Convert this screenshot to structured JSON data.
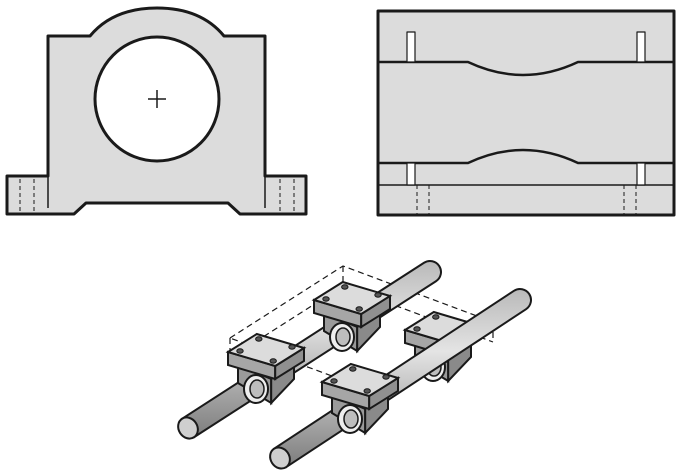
{
  "colors": {
    "background": "#ffffff",
    "ink": "#1a1a1a",
    "part_fill": "#dcdcdc",
    "part_dark": "#9a9a9a",
    "shaft_light": "#c8c8c8",
    "shaft_dark": "#7a7a7a"
  },
  "views": {
    "front": {
      "name": "pillow-block-front-view"
    },
    "side": {
      "name": "pillow-block-side-view"
    },
    "isometric": {
      "name": "linear-bearing-assembly-isometric"
    }
  },
  "assembly": {
    "shafts": 2,
    "bearing_blocks": 4
  }
}
